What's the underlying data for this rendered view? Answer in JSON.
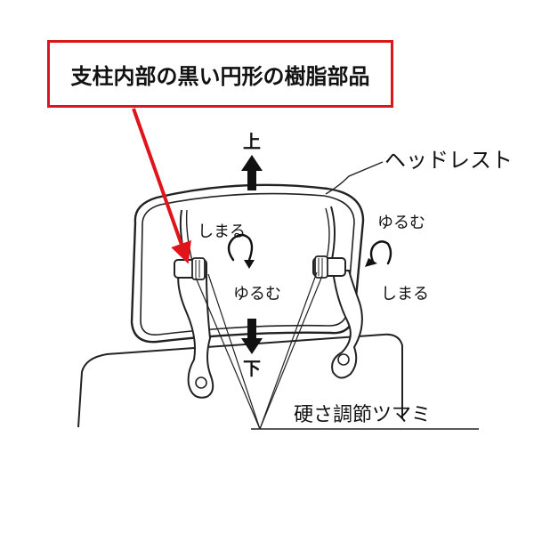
{
  "callout": {
    "text": "支柱内部の黒い円形の樹脂部品",
    "border_color": "#d9171d"
  },
  "labels": {
    "up": "上",
    "down": "下",
    "headrest": "ヘッドレスト",
    "tighten_left": "しまる",
    "loosen_left": "ゆるむ",
    "loosen_right": "ゆるむ",
    "tighten_right": "しまる",
    "knob": "硬さ調節ツマミ"
  },
  "colors": {
    "pointer_arrow": "#e0141b",
    "line_art": "#222222"
  }
}
